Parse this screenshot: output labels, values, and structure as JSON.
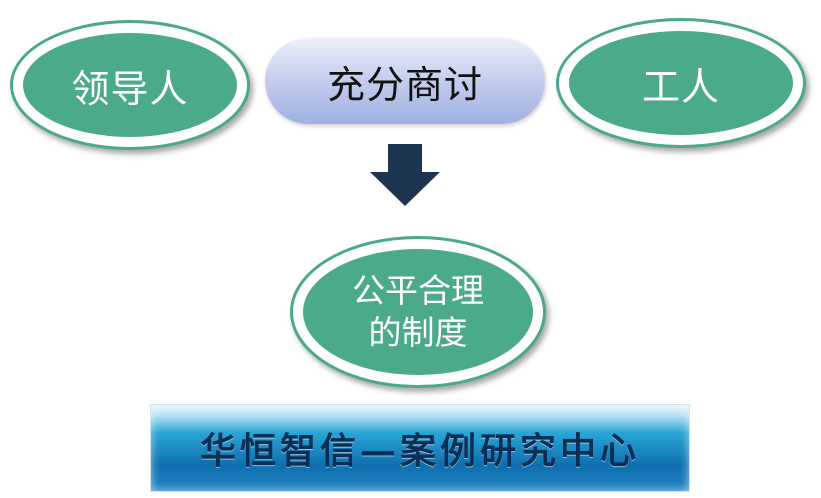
{
  "nodes": {
    "leader": "领导人",
    "discussion": "充分商讨",
    "worker": "工人",
    "result_line1": "公平合理",
    "result_line2": "的制度"
  },
  "banner": "华恒智信—案例研究中心",
  "colors": {
    "ellipse_fill": "#4aaa8a",
    "arrow": "#1c3450",
    "banner_blue": "#0f6fae"
  }
}
